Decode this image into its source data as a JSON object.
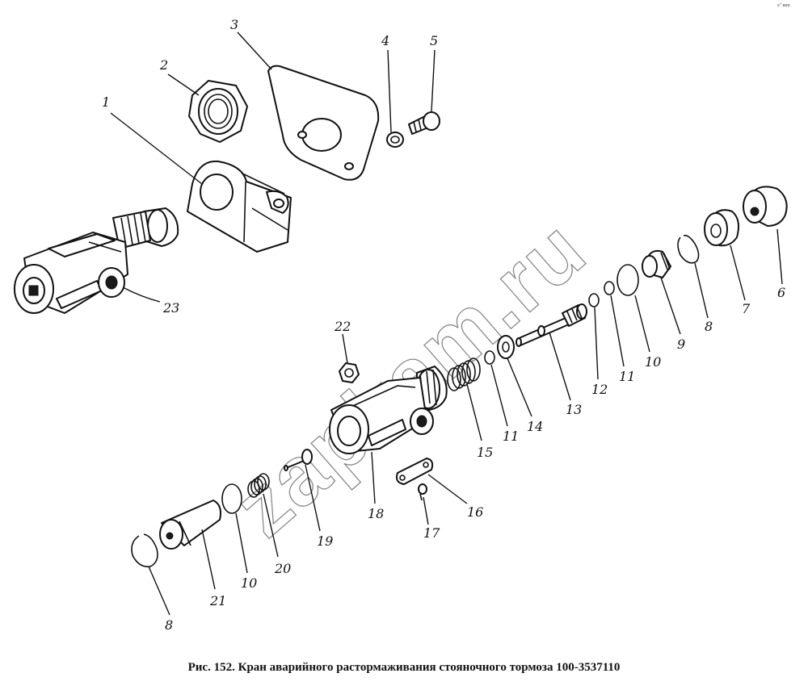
{
  "caption": "Рис. 152. Кран аварийного растормаживания стояночного тормоза 100-3537110",
  "watermark": "zapkam.ru",
  "corner_mark": "s\" aoo",
  "callouts": {
    "c1": "1",
    "c2": "2",
    "c3": "3",
    "c4": "4",
    "c5": "5",
    "c6": "6",
    "c7": "7",
    "c8a": "8",
    "c8b": "8",
    "c9": "9",
    "c10a": "10",
    "c10b": "10",
    "c11a": "11",
    "c11b": "11",
    "c12": "12",
    "c13": "13",
    "c14": "14",
    "c15": "15",
    "c16": "16",
    "c17": "17",
    "c18": "18",
    "c19": "19",
    "c20": "20",
    "c21": "21",
    "c22": "22",
    "c23": "23"
  }
}
